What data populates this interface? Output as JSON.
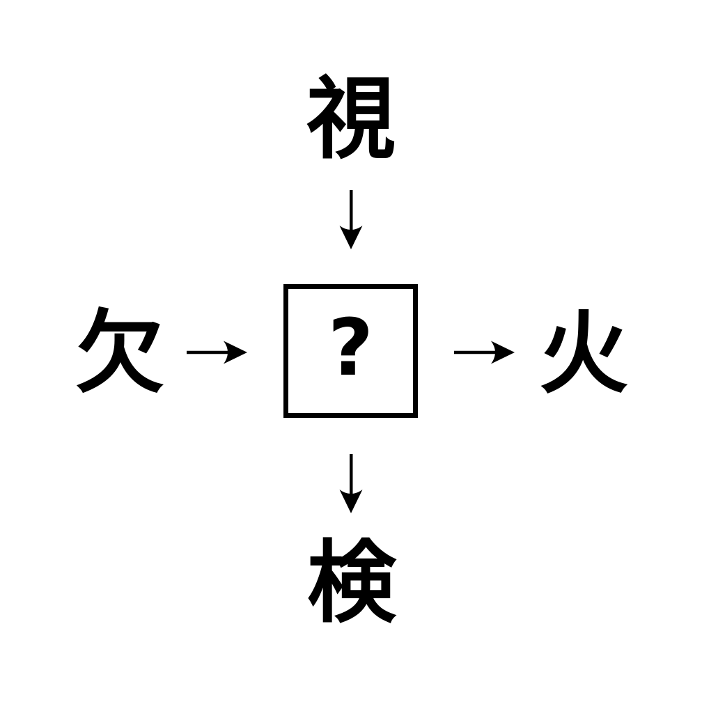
{
  "puzzle": {
    "top_kanji": "視",
    "left_kanji": "欠",
    "right_kanji": "火",
    "bottom_kanji": "検",
    "center_placeholder": "?"
  },
  "colors": {
    "ink": "#000000",
    "background": "#ffffff"
  }
}
